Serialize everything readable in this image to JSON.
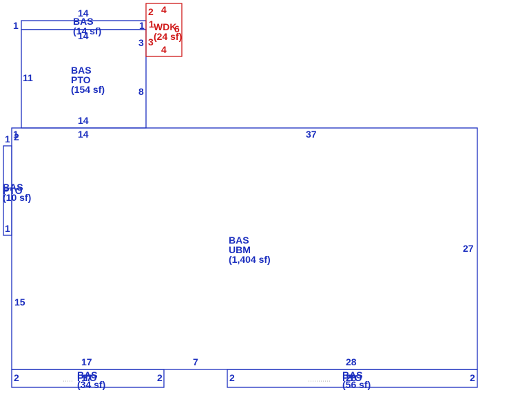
{
  "colors": {
    "main_lines": "#1c2fbf",
    "deck_lines": "#d01a1a",
    "background": "#ffffff"
  },
  "areas": {
    "bas_top_strip": {
      "code": "BAS",
      "area": "(14 sf)"
    },
    "bas_pto": {
      "code": "BAS",
      "type": "PTO",
      "area": "(154 sf)"
    },
    "wdk": {
      "code": "WDK",
      "area": "(24 sf)"
    },
    "bas_left_strip": {
      "code": "BAS",
      "type": "PTO",
      "area": "(10 sf)"
    },
    "bas_ubm": {
      "code": "BAS",
      "type": "UBM",
      "area": "(1,404 sf)"
    },
    "bas_bottom_left": {
      "code": "BAS",
      "type": "PTO",
      "area": "(34 sf)"
    },
    "bas_bottom_right": {
      "code": "BAS",
      "type": "PTO",
      "area": "(56 sf)"
    }
  },
  "dims": {
    "top_strip_top": "14",
    "top_strip_left": "1",
    "top_strip_right": "1",
    "top_strip_bottom": "14",
    "pto_left": "11",
    "pto_right": "8",
    "pto_bottom": "14",
    "pto_right_upper": "3",
    "wdk_top": "4",
    "wdk_left_top": "2",
    "wdk_left_mid": "1",
    "wdk_left_low": "3",
    "wdk_right": "6",
    "wdk_bottom": "4",
    "ubm_top_left": "14",
    "ubm_top_right": "37",
    "ubm_right": "27",
    "ubm_left": "15",
    "ubm_bottom_left": "17",
    "ubm_bottom_mid": "7",
    "ubm_bottom_right": "28",
    "corner_1": "1",
    "corner_2": "2",
    "left_strip_top": "1",
    "left_strip_bottom": "1",
    "bl_left": "2",
    "bl_right": "2",
    "bl_bottom": "17",
    "br_left": "2",
    "br_right": "2",
    "br_bottom": "28"
  }
}
